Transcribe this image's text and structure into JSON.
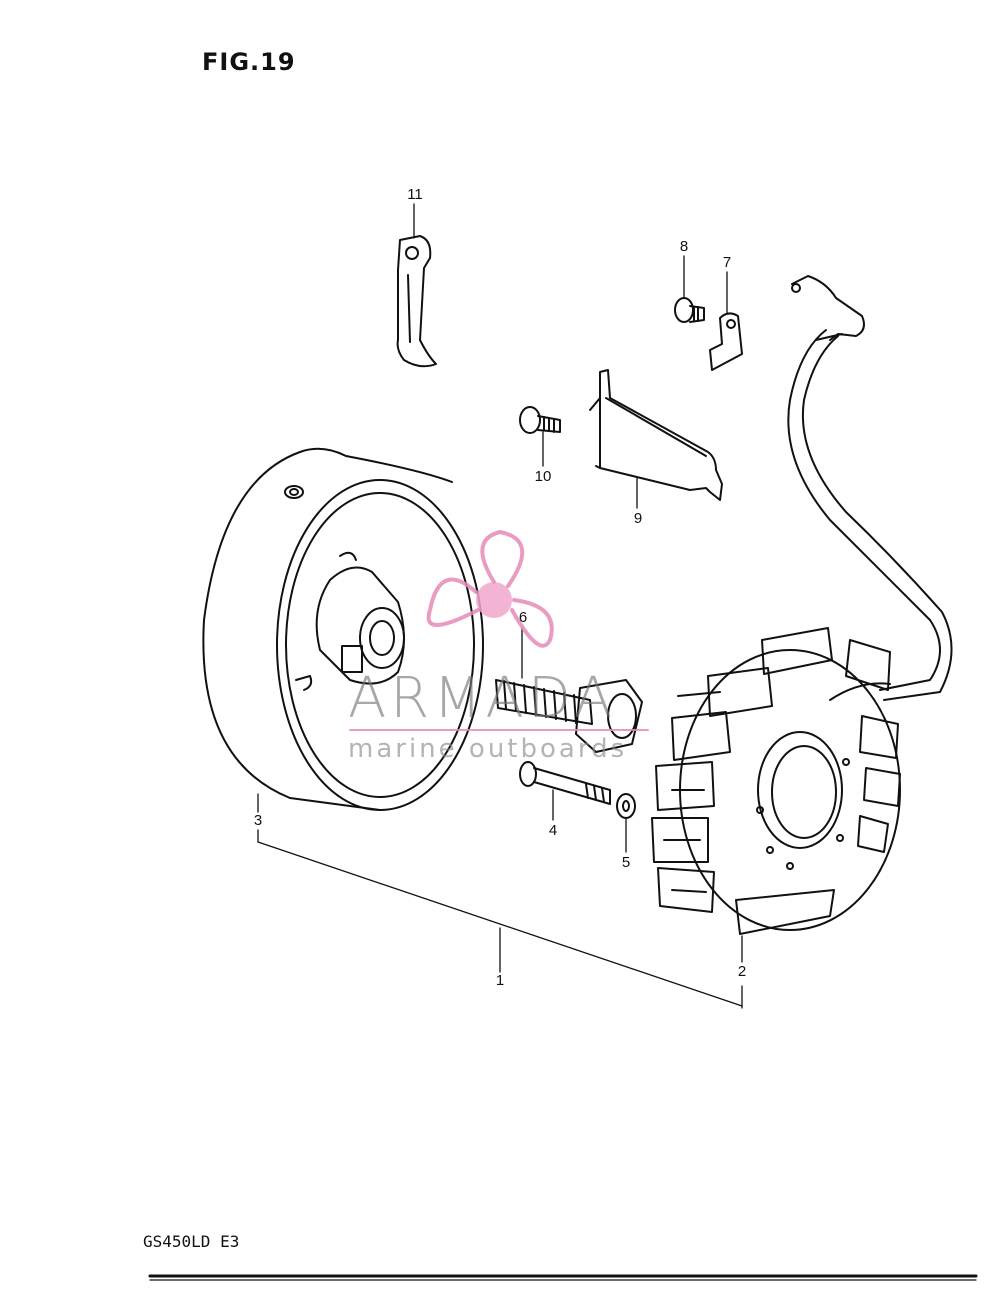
{
  "figure": {
    "title": "FIG.19",
    "model_code": "GS450LD  E3"
  },
  "callouts": [
    {
      "id": "1",
      "label": "1"
    },
    {
      "id": "2",
      "label": "2"
    },
    {
      "id": "3",
      "label": "3"
    },
    {
      "id": "4",
      "label": "4"
    },
    {
      "id": "5",
      "label": "5"
    },
    {
      "id": "6",
      "label": "6"
    },
    {
      "id": "7",
      "label": "7"
    },
    {
      "id": "8",
      "label": "8"
    },
    {
      "id": "9",
      "label": "9"
    },
    {
      "id": "10",
      "label": "10"
    },
    {
      "id": "11",
      "label": "11"
    }
  ],
  "watermark": {
    "brand": "ARMADA",
    "tagline": "marine outboards",
    "brand_color": "#e68ab8",
    "icon": "propeller-icon"
  },
  "colors": {
    "ink": "#111111",
    "paper": "#ffffff"
  }
}
